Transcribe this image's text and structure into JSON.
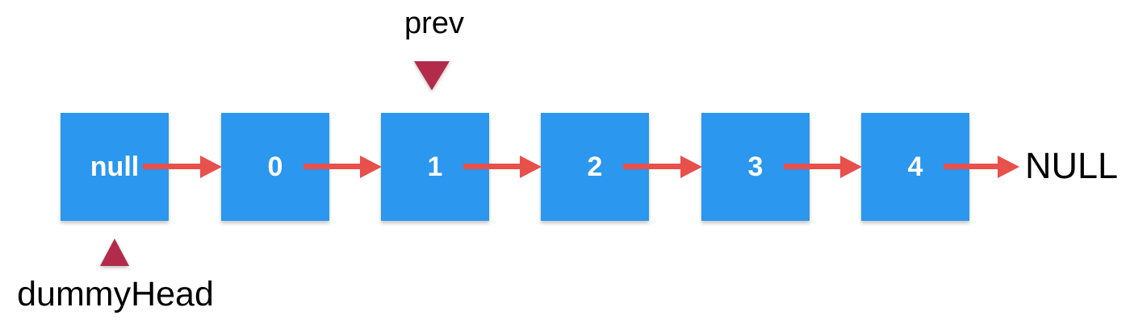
{
  "diagram": {
    "nodes": [
      {
        "label": "null"
      },
      {
        "label": "0"
      },
      {
        "label": "1"
      },
      {
        "label": "2"
      },
      {
        "label": "3"
      },
      {
        "label": "4"
      }
    ],
    "pointers": {
      "prev": {
        "label": "prev"
      },
      "dummy_head": {
        "label": "dummyHead"
      }
    },
    "terminal": {
      "label": "NULL"
    },
    "colors": {
      "node_fill": "#2B97EE",
      "node_text": "#FFFFFF",
      "arrow": "#E8504C",
      "marker": "#B22B4B",
      "label_text": "#000000",
      "background": "#FFFFFF"
    }
  }
}
